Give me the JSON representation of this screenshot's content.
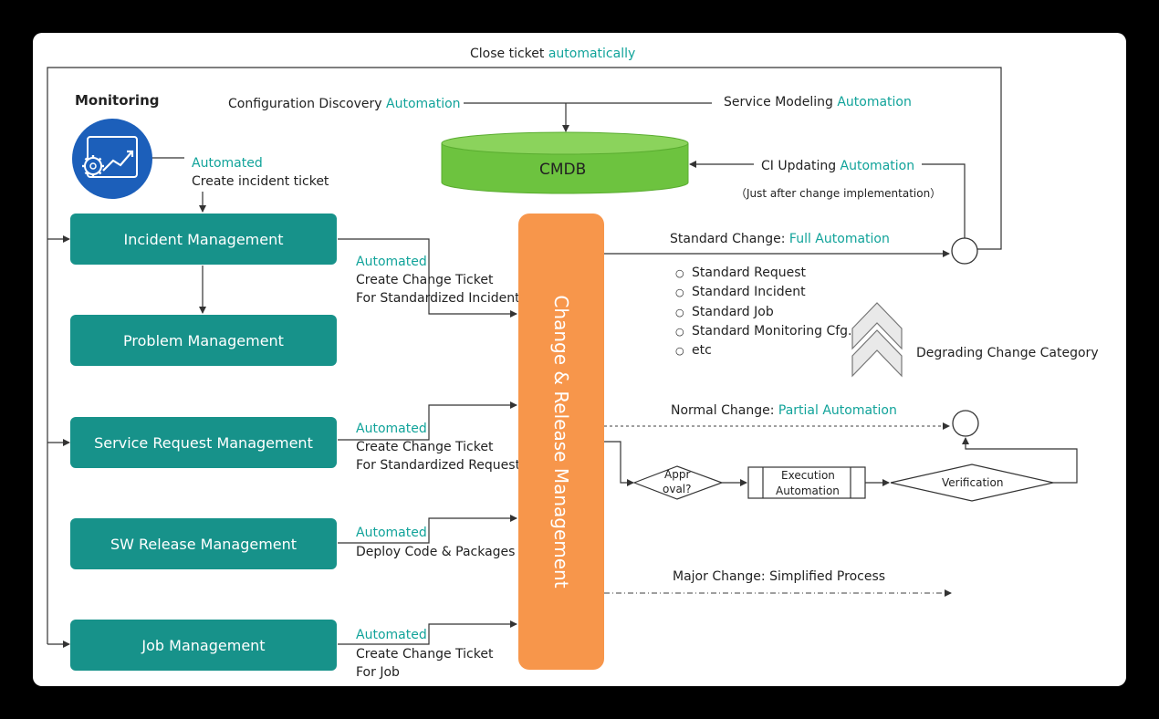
{
  "top": {
    "close_ticket_prefix": "Close ticket",
    "close_ticket_auto": "automatically"
  },
  "monitoring": {
    "title": "Monitoring",
    "icon": "gear-chart-icon",
    "automated": "Automated",
    "action": "Create incident ticket"
  },
  "cmdb": {
    "label": "CMDB",
    "config_discovery_prefix": "Configuration Discovery",
    "config_discovery_auto": "Automation",
    "service_modeling_prefix": "Service Modeling",
    "service_modeling_auto": "Automation",
    "ci_updating_prefix": "CI Updating",
    "ci_updating_auto": "Automation",
    "ci_note": "（Just after change implementation）"
  },
  "boxes": {
    "incident": "Incident Management",
    "problem": "Problem Management",
    "service_request": "Service Request Management",
    "sw_release": "SW Release Management",
    "job": "Job Management"
  },
  "flows": {
    "incident": {
      "automated": "Automated",
      "line1": "Create Change Ticket",
      "line2": "For Standardized Incident"
    },
    "service_request": {
      "automated": "Automated",
      "line1": "Create Change Ticket",
      "line2": "For Standardized Request"
    },
    "sw_release": {
      "automated": "Automated",
      "line1": "Deploy Code & Packages"
    },
    "job": {
      "automated": "Automated",
      "line1": "Create Change Ticket",
      "line2": "For Job"
    }
  },
  "change_release": {
    "label": "Change & Release Management"
  },
  "standard_change": {
    "prefix": "Standard Change:",
    "auto": "Full Automation",
    "items": [
      "Standard Request",
      "Standard Incident",
      "Standard Job",
      "Standard Monitoring Cfg.",
      "etc"
    ]
  },
  "degrading": {
    "label": "Degrading Change Category"
  },
  "normal_change": {
    "prefix": "Normal Change:",
    "auto": "Partial Automation",
    "approval_line1": "Appr",
    "approval_line2": "oval?",
    "execution_line1": "Execution",
    "execution_line2": "Automation",
    "verification": "Verification"
  },
  "major_change": {
    "label": "Major Change: Simplified Process"
  },
  "colors": {
    "teal_box": "#17928a",
    "teal_text": "#11a39a",
    "orange": "#f7964b",
    "green": "#6dc33f",
    "blue": "#1565c0"
  }
}
